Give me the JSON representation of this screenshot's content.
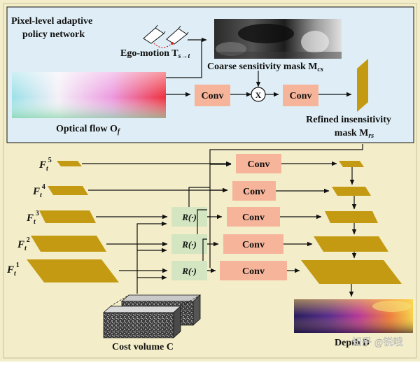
{
  "policy_network": {
    "title_line1": "Pixel-level adaptive",
    "title_line2": "policy network",
    "ego_motion_label": "Ego-motion T",
    "ego_motion_sub": "s→t",
    "coarse_mask_label": "Coarse sensitivity mask M",
    "coarse_mask_sub": "cs",
    "optical_flow_label": "Optical flow O",
    "optical_flow_sub": "f",
    "refined_mask_line1": "Refined insensitivity",
    "refined_mask_line2": "mask M",
    "refined_mask_sub": "rs",
    "conv_label": "Conv",
    "multiply_symbol": "X"
  },
  "decoder": {
    "features": [
      {
        "base": "F",
        "sub": "t",
        "sup": "5"
      },
      {
        "base": "F",
        "sub": "t",
        "sup": "4"
      },
      {
        "base": "F",
        "sub": "t",
        "sup": "3"
      },
      {
        "base": "F",
        "sub": "t",
        "sup": "2"
      },
      {
        "base": "F",
        "sub": "t",
        "sup": "1"
      }
    ],
    "conv_label": "Conv",
    "refine_label": "R(·)",
    "cost_volume_label": "Cost volume C",
    "depth_label": "Depth D",
    "watermark": "知乎 @锐哦"
  },
  "colors": {
    "background": "#f3eec9",
    "panel": "#dfeef6",
    "feature_map": "#c49a12",
    "conv_block": "#f6b59a",
    "refine_block": "#d3e6c1"
  }
}
